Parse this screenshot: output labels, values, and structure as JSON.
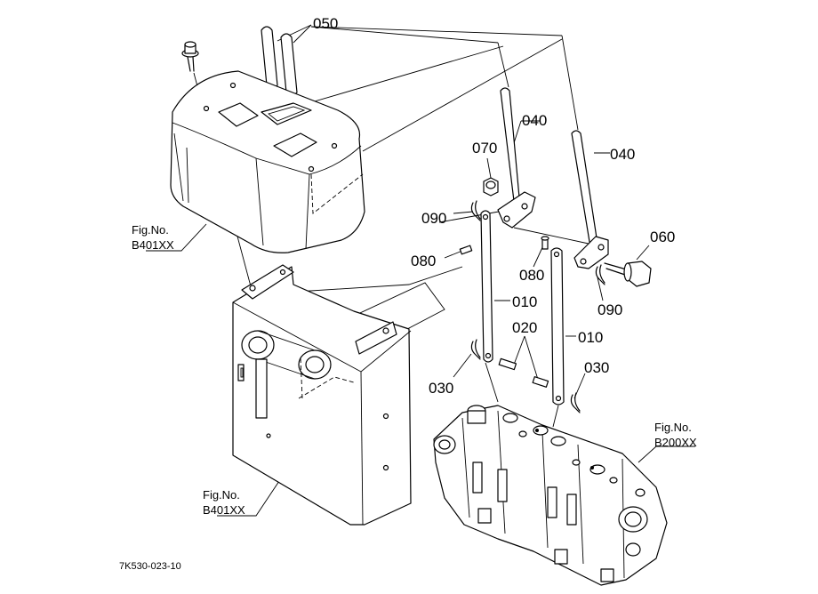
{
  "parts": {
    "p050": "050",
    "p040a": "040",
    "p040b": "040",
    "p070": "070",
    "p090a": "090",
    "p090b": "090",
    "p060": "060",
    "p080a": "080",
    "p080b": "080",
    "p010a": "010",
    "p010b": "010",
    "p020": "020",
    "p030a": "030",
    "p030b": "030"
  },
  "refs": {
    "cover": {
      "line1": "Fig.No.",
      "line2": "B401XX"
    },
    "frame": {
      "line1": "Fig.No.",
      "line2": "B401XX"
    },
    "valve": {
      "line1": "Fig.No.",
      "line2": "B200XX"
    }
  },
  "drawing_code": "7K530-023-10"
}
